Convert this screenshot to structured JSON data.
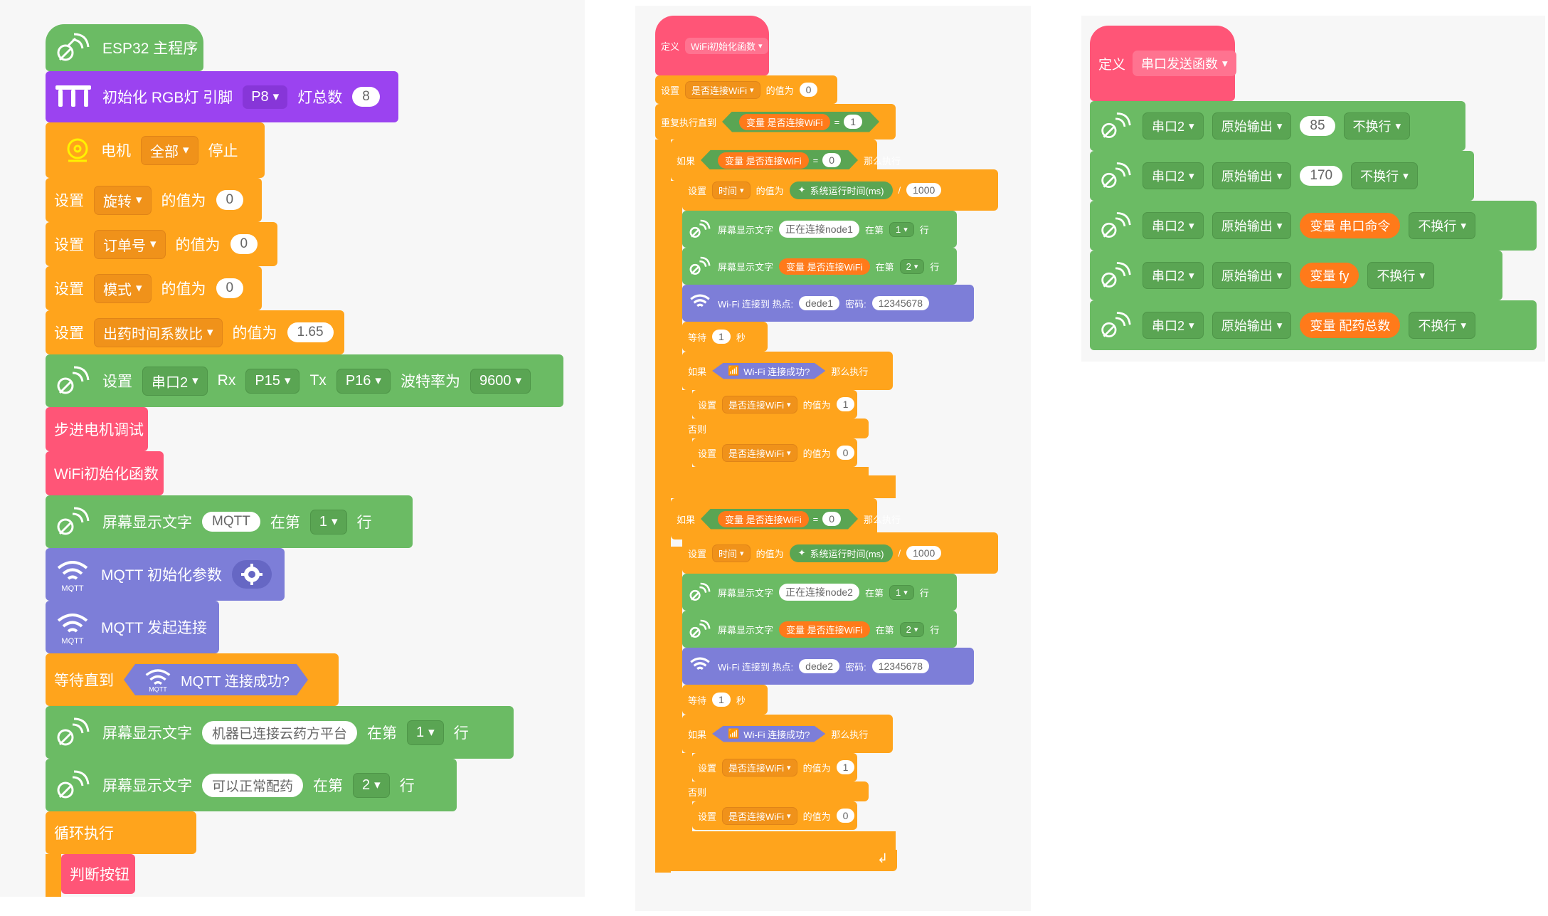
{
  "colors": {
    "motion_green": "#6bbb64",
    "control_orange": "#ffa41c",
    "rgb_purple": "#9b43f0",
    "define_pink": "#ff5577",
    "wifi_blue": "#7d7ed8",
    "variable_orange": "#ff7a1a"
  },
  "left": {
    "hat": "ESP32 主程序",
    "rgb": {
      "label": "初始化 RGB灯 引脚",
      "pin": "P8",
      "count_label": "灯总数",
      "count": "8"
    },
    "motor": {
      "label": "电机",
      "which": "全部",
      "action": "停止"
    },
    "set1": {
      "set": "设置",
      "var": "旋转",
      "of": "的值为",
      "val": "0"
    },
    "set2": {
      "set": "设置",
      "var": "订单号",
      "of": "的值为",
      "val": "0"
    },
    "set3": {
      "set": "设置",
      "var": "模式",
      "of": "的值为",
      "val": "0"
    },
    "set4": {
      "set": "设置",
      "var": "出药时间系数比",
      "of": "的值为",
      "val": "1.65"
    },
    "serial": {
      "label": "设置",
      "port": "串口2",
      "rx": "Rx",
      "rx_pin": "P15",
      "tx": "Tx",
      "tx_pin": "P16",
      "baud_label": "波特率为",
      "baud": "9600"
    },
    "call1": "步进电机调试",
    "call2": "WiFi初始化函数",
    "screen1": {
      "label": "屏幕显示文字",
      "text": "MQTT",
      "at": "在第",
      "line": "1",
      "row": "行"
    },
    "mqtt_init": "MQTT 初始化参数",
    "mqtt_connect": "MQTT 发起连接",
    "wait": {
      "label": "等待直到",
      "cond": "MQTT 连接成功?"
    },
    "screen2": {
      "label": "屏幕显示文字",
      "text": "机器已连接云药方平台",
      "at": "在第",
      "line": "1",
      "row": "行"
    },
    "screen3": {
      "label": "屏幕显示文字",
      "text": "可以正常配药",
      "at": "在第",
      "line": "2",
      "row": "行"
    },
    "loop": "循环执行",
    "call3": "判断按钮"
  },
  "middle": {
    "define": "定义",
    "define_name": "WiFi初始化函数",
    "set_a": {
      "set": "设置",
      "var": "是否连接WiFi",
      "of": "的值为",
      "val": "0"
    },
    "repeat": {
      "label": "重复执行直到",
      "var": "变量 是否连接WiFi",
      "op": "=",
      "val": "1"
    },
    "if1": {
      "label": "如果",
      "var": "变量 是否连接WiFi",
      "op": "=",
      "val": "0",
      "then": "那么执行"
    },
    "time1": {
      "set": "设置",
      "var": "时间",
      "of": "的值为",
      "func": "系统运行时间(ms)",
      "op": "/",
      "val": "1000"
    },
    "scr1": {
      "label": "屏幕显示文字",
      "text": "正在连接node1",
      "at": "在第",
      "line": "1",
      "row": "行"
    },
    "scr2": {
      "label": "屏幕显示文字",
      "var": "变量 是否连接WiFi",
      "at": "在第",
      "line": "2",
      "row": "行"
    },
    "wifi1": {
      "label": "Wi-Fi 连接到 热点:",
      "ssid": "dede1",
      "pw_label": "密码:",
      "pw": "12345678"
    },
    "wait1": {
      "label": "等待",
      "val": "1",
      "unit": "秒"
    },
    "if2": {
      "label": "如果",
      "cond": "Wi-Fi 连接成功?",
      "then": "那么执行"
    },
    "set_b": {
      "set": "设置",
      "var": "是否连接WiFi",
      "of": "的值为",
      "val": "1"
    },
    "else1": "否则",
    "set_c": {
      "set": "设置",
      "var": "是否连接WiFi",
      "of": "的值为",
      "val": "0"
    },
    "if3": {
      "label": "如果",
      "var": "变量 是否连接WiFi",
      "op": "=",
      "val": "0",
      "then": "那么执行"
    },
    "time2": {
      "set": "设置",
      "var": "时间",
      "of": "的值为",
      "func": "系统运行时间(ms)",
      "op": "/",
      "val": "1000"
    },
    "scr3": {
      "label": "屏幕显示文字",
      "text": "正在连接node2",
      "at": "在第",
      "line": "1",
      "row": "行"
    },
    "scr4": {
      "label": "屏幕显示文字",
      "var": "变量 是否连接WiFi",
      "at": "在第",
      "line": "2",
      "row": "行"
    },
    "wifi2": {
      "label": "Wi-Fi 连接到 热点:",
      "ssid": "dede2",
      "pw_label": "密码:",
      "pw": "12345678"
    },
    "wait2": {
      "label": "等待",
      "val": "1",
      "unit": "秒"
    },
    "if4": {
      "label": "如果",
      "cond": "Wi-Fi 连接成功?",
      "then": "那么执行"
    },
    "set_d": {
      "set": "设置",
      "var": "是否连接WiFi",
      "of": "的值为",
      "val": "1"
    },
    "else2": "否则",
    "set_e": {
      "set": "设置",
      "var": "是否连接WiFi",
      "of": "的值为",
      "val": "0"
    }
  },
  "right": {
    "define": "定义",
    "define_name": "串口发送函数",
    "rows": [
      {
        "port": "串口2",
        "mode": "原始输出",
        "value": "85",
        "is_var": false,
        "nl": "不换行"
      },
      {
        "port": "串口2",
        "mode": "原始输出",
        "value": "170",
        "is_var": false,
        "nl": "不换行"
      },
      {
        "port": "串口2",
        "mode": "原始输出",
        "value": "变量 串口命令",
        "is_var": true,
        "nl": "不换行"
      },
      {
        "port": "串口2",
        "mode": "原始输出",
        "value": "变量 fy",
        "is_var": true,
        "nl": "不换行"
      },
      {
        "port": "串口2",
        "mode": "原始输出",
        "value": "变量 配药总数",
        "is_var": true,
        "nl": "不换行"
      }
    ]
  },
  "icons": {
    "satellite": "satellite-icon",
    "rgb": "rgb-light-icon",
    "motor": "motor-icon",
    "wifi": "wifi-icon",
    "gear": "gear-icon"
  }
}
